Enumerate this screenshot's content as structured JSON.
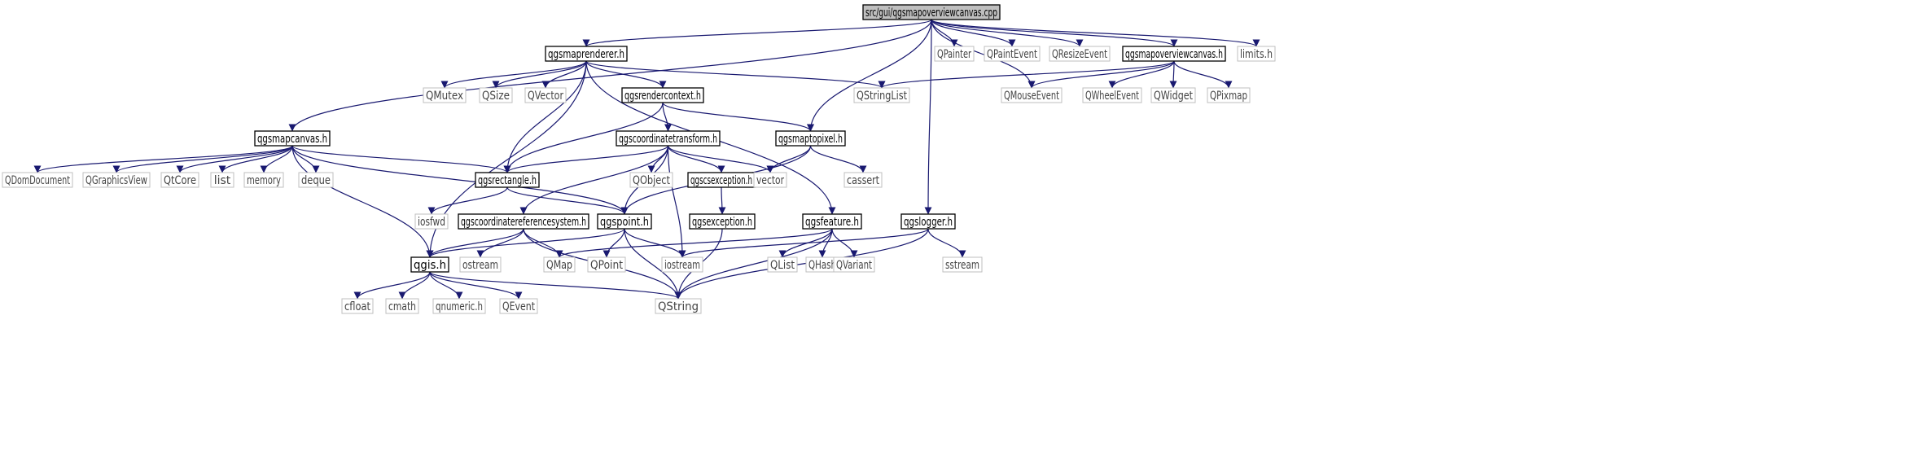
{
  "diagram": {
    "nodes": [
      {
        "id": "root",
        "label": "src/gui/qgsmapoverviewcanvas.cpp",
        "kind": "root"
      },
      {
        "id": "qgsmaprenderer",
        "label": "qgsmaprenderer.h",
        "kind": "main"
      },
      {
        "id": "qgsmapoverviewcanvas_h",
        "label": "qgsmapoverviewcanvas.h",
        "kind": "main"
      },
      {
        "id": "QPainter",
        "label": "QPainter",
        "kind": "ext"
      },
      {
        "id": "QPaintEvent",
        "label": "QPaintEvent",
        "kind": "ext"
      },
      {
        "id": "QResizeEvent",
        "label": "QResizeEvent",
        "kind": "ext"
      },
      {
        "id": "limits",
        "label": "limits.h",
        "kind": "ext"
      },
      {
        "id": "QMutex",
        "label": "QMutex",
        "kind": "ext"
      },
      {
        "id": "QSize",
        "label": "QSize",
        "kind": "ext"
      },
      {
        "id": "QVector",
        "label": "QVector",
        "kind": "ext"
      },
      {
        "id": "qgsrendercontext",
        "label": "qgsrendercontext.h",
        "kind": "main"
      },
      {
        "id": "QStringList",
        "label": "QStringList",
        "kind": "ext"
      },
      {
        "id": "QMouseEvent",
        "label": "QMouseEvent",
        "kind": "ext"
      },
      {
        "id": "QWheelEvent",
        "label": "QWheelEvent",
        "kind": "ext"
      },
      {
        "id": "QWidget",
        "label": "QWidget",
        "kind": "ext"
      },
      {
        "id": "QPixmap",
        "label": "QPixmap",
        "kind": "ext"
      },
      {
        "id": "qgsmapcanvas",
        "label": "qgsmapcanvas.h",
        "kind": "main"
      },
      {
        "id": "qgscoordinatetransform",
        "label": "qgscoordinatetransform.h",
        "kind": "main"
      },
      {
        "id": "qgsmaptopixel",
        "label": "qgsmaptopixel.h",
        "kind": "main"
      },
      {
        "id": "QDomDocument",
        "label": "QDomDocument",
        "kind": "ext"
      },
      {
        "id": "QGraphicsView",
        "label": "QGraphicsView",
        "kind": "ext"
      },
      {
        "id": "QtCore",
        "label": "QtCore",
        "kind": "ext"
      },
      {
        "id": "list",
        "label": "list",
        "kind": "ext"
      },
      {
        "id": "memory",
        "label": "memory",
        "kind": "ext"
      },
      {
        "id": "deque",
        "label": "deque",
        "kind": "ext"
      },
      {
        "id": "qgsrectangle",
        "label": "qgsrectangle.h",
        "kind": "main"
      },
      {
        "id": "QObject",
        "label": "QObject",
        "kind": "ext"
      },
      {
        "id": "qgscsexception",
        "label": "qgscsexception.h",
        "kind": "main"
      },
      {
        "id": "vector",
        "label": "vector",
        "kind": "ext"
      },
      {
        "id": "cassert",
        "label": "cassert",
        "kind": "ext"
      },
      {
        "id": "iosfwd",
        "label": "iosfwd",
        "kind": "ext"
      },
      {
        "id": "qgscoordinatereferencesystem",
        "label": "qgscoordinatereferencesystem.h",
        "kind": "main"
      },
      {
        "id": "qgspoint",
        "label": "qgspoint.h",
        "kind": "main"
      },
      {
        "id": "qgsexception",
        "label": "qgsexception.h",
        "kind": "main"
      },
      {
        "id": "qgsfeature",
        "label": "qgsfeature.h",
        "kind": "main"
      },
      {
        "id": "qgslogger",
        "label": "qgslogger.h",
        "kind": "main"
      },
      {
        "id": "qgis",
        "label": "qgis.h",
        "kind": "main"
      },
      {
        "id": "ostream",
        "label": "ostream",
        "kind": "ext"
      },
      {
        "id": "QMap",
        "label": "QMap",
        "kind": "ext"
      },
      {
        "id": "QPoint",
        "label": "QPoint",
        "kind": "ext"
      },
      {
        "id": "iostream",
        "label": "iostream",
        "kind": "ext"
      },
      {
        "id": "QList",
        "label": "QList",
        "kind": "ext"
      },
      {
        "id": "QHash",
        "label": "QHash",
        "kind": "ext"
      },
      {
        "id": "QVariant",
        "label": "QVariant",
        "kind": "ext"
      },
      {
        "id": "sstream",
        "label": "sstream",
        "kind": "ext"
      },
      {
        "id": "cfloat",
        "label": "cfloat",
        "kind": "ext"
      },
      {
        "id": "cmath",
        "label": "cmath",
        "kind": "ext"
      },
      {
        "id": "qnumeric",
        "label": "qnumeric.h",
        "kind": "ext"
      },
      {
        "id": "QEvent",
        "label": "QEvent",
        "kind": "ext"
      },
      {
        "id": "QString",
        "label": "QString",
        "kind": "ext"
      }
    ],
    "edges": [
      [
        "root",
        "qgsmaprenderer"
      ],
      [
        "root",
        "QPainter"
      ],
      [
        "root",
        "QPaintEvent"
      ],
      [
        "root",
        "QResizeEvent"
      ],
      [
        "root",
        "qgsmapoverviewcanvas_h"
      ],
      [
        "root",
        "limits"
      ],
      [
        "root",
        "qgsmapcanvas"
      ],
      [
        "root",
        "qgsmaptopixel"
      ],
      [
        "root",
        "QMouseEvent"
      ],
      [
        "root",
        "qgslogger"
      ],
      [
        "qgsmaprenderer",
        "QMutex"
      ],
      [
        "qgsmaprenderer",
        "QSize"
      ],
      [
        "qgsmaprenderer",
        "QVector"
      ],
      [
        "qgsmaprenderer",
        "qgsrendercontext"
      ],
      [
        "qgsmaprenderer",
        "QStringList"
      ],
      [
        "qgsmaprenderer",
        "qgsrectangle"
      ],
      [
        "qgsmaprenderer",
        "qgis"
      ],
      [
        "qgsmaprenderer",
        "qgsfeature"
      ],
      [
        "qgsmapoverviewcanvas_h",
        "QStringList"
      ],
      [
        "qgsmapoverviewcanvas_h",
        "QMouseEvent"
      ],
      [
        "qgsmapoverviewcanvas_h",
        "QWheelEvent"
      ],
      [
        "qgsmapoverviewcanvas_h",
        "QWidget"
      ],
      [
        "qgsmapoverviewcanvas_h",
        "QPixmap"
      ],
      [
        "qgsrendercontext",
        "qgscoordinatetransform"
      ],
      [
        "qgsrendercontext",
        "qgsmaptopixel"
      ],
      [
        "qgsrendercontext",
        "qgsrectangle"
      ],
      [
        "qgsmapcanvas",
        "QDomDocument"
      ],
      [
        "qgsmapcanvas",
        "QGraphicsView"
      ],
      [
        "qgsmapcanvas",
        "QtCore"
      ],
      [
        "qgsmapcanvas",
        "list"
      ],
      [
        "qgsmapcanvas",
        "memory"
      ],
      [
        "qgsmapcanvas",
        "deque"
      ],
      [
        "qgsmapcanvas",
        "qgsrectangle"
      ],
      [
        "qgsmapcanvas",
        "qgspoint"
      ],
      [
        "qgsmapcanvas",
        "qgis"
      ],
      [
        "qgscoordinatetransform",
        "qgsrectangle"
      ],
      [
        "qgscoordinatetransform",
        "QObject"
      ],
      [
        "qgscoordinatetransform",
        "qgscsexception"
      ],
      [
        "qgscoordinatetransform",
        "vector"
      ],
      [
        "qgscoordinatetransform",
        "qgscoordinatereferencesystem"
      ],
      [
        "qgscoordinatetransform",
        "qgspoint"
      ],
      [
        "qgscoordinatetransform",
        "iostream"
      ],
      [
        "qgsmaptopixel",
        "vector"
      ],
      [
        "qgsmaptopixel",
        "cassert"
      ],
      [
        "qgsmaptopixel",
        "qgspoint"
      ],
      [
        "qgsrectangle",
        "iosfwd"
      ],
      [
        "qgsrectangle",
        "qgspoint"
      ],
      [
        "qgscsexception",
        "qgsexception"
      ],
      [
        "qgscoordinatereferencesystem",
        "ostream"
      ],
      [
        "qgscoordinatereferencesystem",
        "QMap"
      ],
      [
        "qgscoordinatereferencesystem",
        "qgis"
      ],
      [
        "qgscoordinatereferencesystem",
        "QString"
      ],
      [
        "qgspoint",
        "qgis"
      ],
      [
        "qgspoint",
        "QPoint"
      ],
      [
        "qgspoint",
        "iostream"
      ],
      [
        "qgspoint",
        "QString"
      ],
      [
        "qgsexception",
        "QString"
      ],
      [
        "qgsfeature",
        "QMap"
      ],
      [
        "qgsfeature",
        "QList"
      ],
      [
        "qgsfeature",
        "QHash"
      ],
      [
        "qgsfeature",
        "QVariant"
      ],
      [
        "qgsfeature",
        "QString"
      ],
      [
        "qgslogger",
        "iostream"
      ],
      [
        "qgslogger",
        "sstream"
      ],
      [
        "qgslogger",
        "QString"
      ],
      [
        "qgis",
        "cfloat"
      ],
      [
        "qgis",
        "cmath"
      ],
      [
        "qgis",
        "qnumeric"
      ],
      [
        "qgis",
        "QEvent"
      ],
      [
        "qgis",
        "QString"
      ]
    ]
  }
}
